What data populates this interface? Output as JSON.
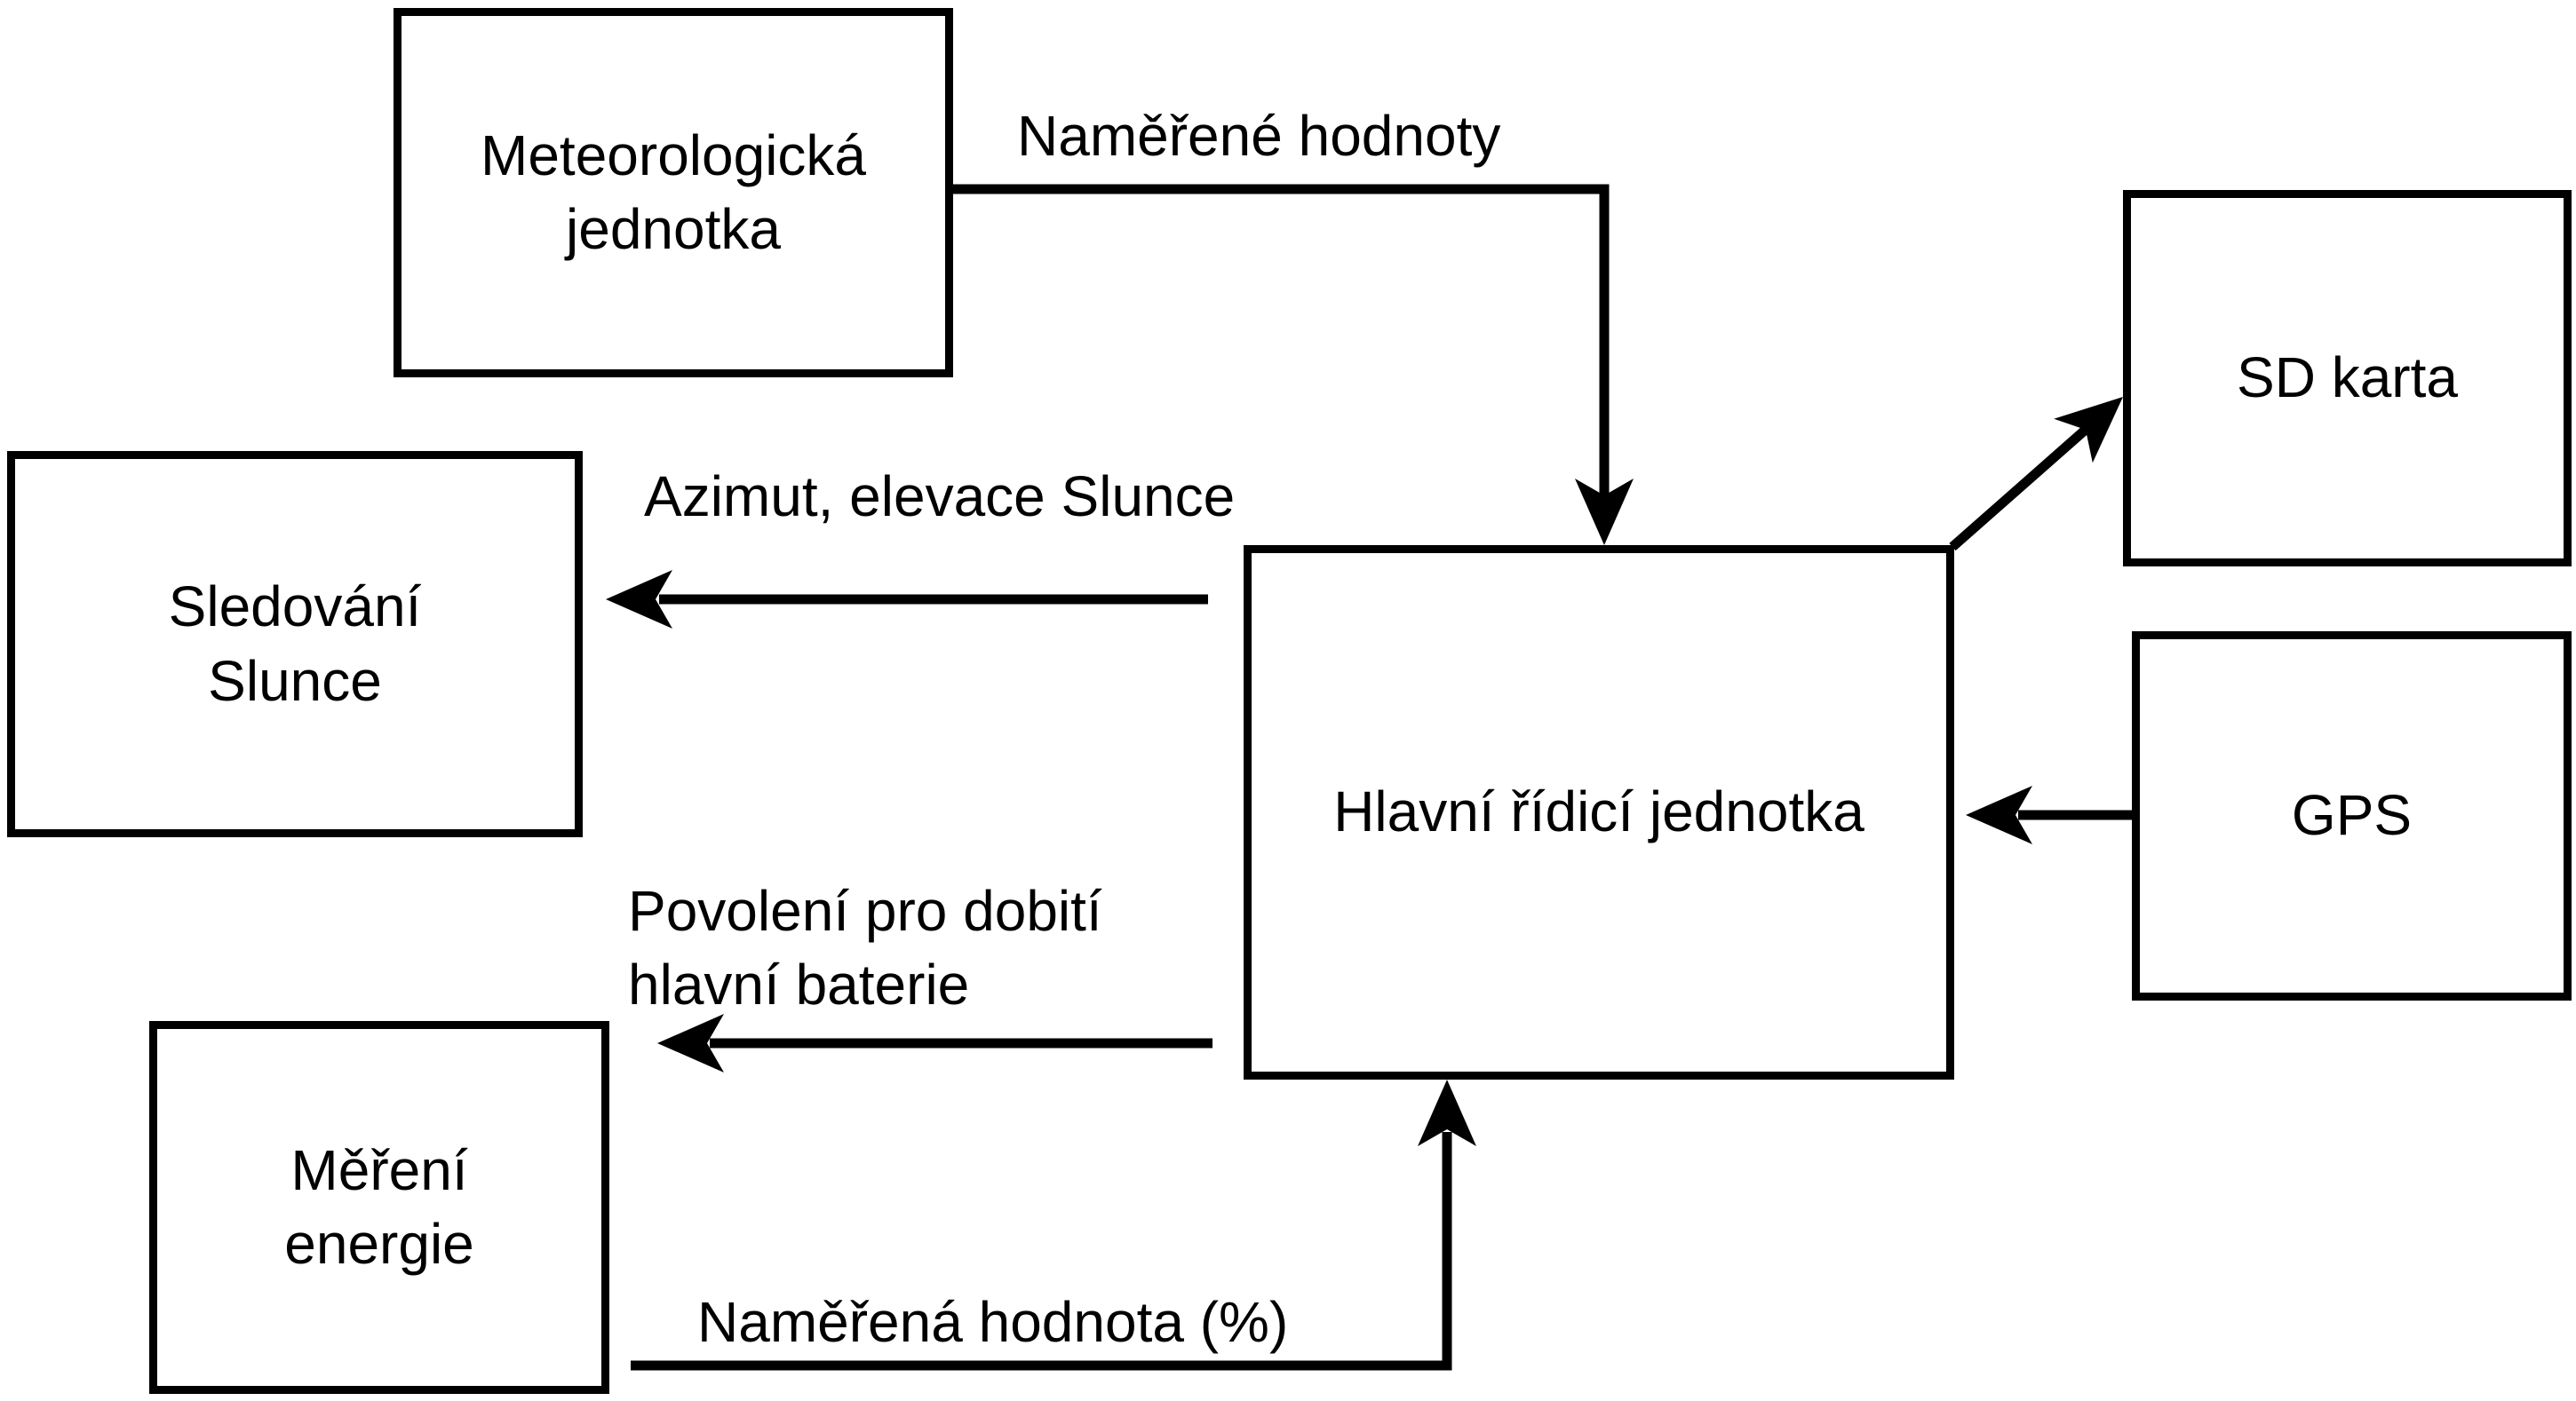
{
  "diagram": {
    "background_color": "#ffffff",
    "line_color": "#000000",
    "boxes": {
      "meteo": {
        "label": "Meteorologická\njednotka"
      },
      "sd": {
        "label": "SD karta"
      },
      "sledovani": {
        "label": "Sledování\nSlunce"
      },
      "main": {
        "label": "Hlavní řídicí jednotka"
      },
      "gps": {
        "label": "GPS"
      },
      "mereni": {
        "label": "Měření\nenergie"
      }
    },
    "edge_labels": {
      "namerene_hodnoty": "Naměřené hodnoty",
      "azimut_elevace": "Azimut, elevace Slunce",
      "povoleni_dobiti": "Povolení pro dobití\nhlavní baterie",
      "namerena_hodnota": "Naměřená hodnota (%)"
    }
  }
}
